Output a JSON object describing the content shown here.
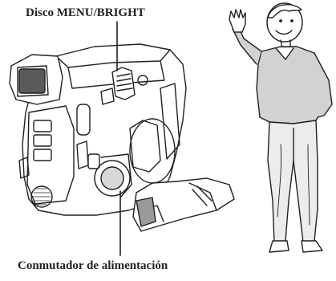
{
  "labels": {
    "menu_bright_dial": "Disco MENU/BRIGHT",
    "power_switch": "Conmutador de alimentación"
  },
  "colors": {
    "ink": "#231f20",
    "paper": "#ffffff",
    "shade": "#9a9a9a"
  },
  "illustration": {
    "subjects": [
      "camcorder",
      "waving-person"
    ]
  }
}
